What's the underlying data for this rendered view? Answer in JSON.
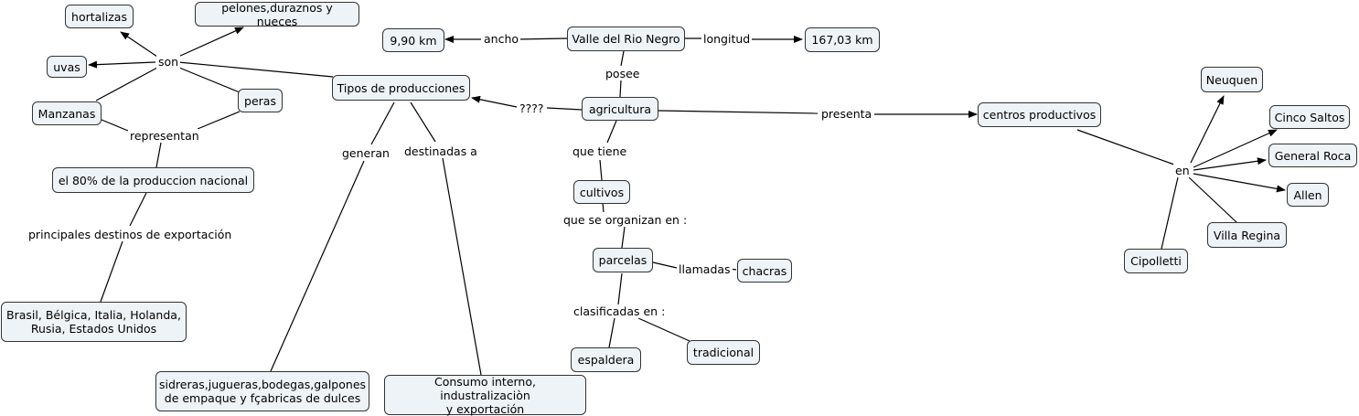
{
  "concepts": {
    "valle": "Valle del Rio Negro",
    "ancho_valor": "9,90 km",
    "longitud_valor": "167,03 km",
    "agricultura": "agricultura",
    "tipos": "Tipos de producciones",
    "centros": "centros productivos",
    "cultivos": "cultivos",
    "parcelas": "parcelas",
    "chacras": "chacras",
    "espaldera": "espaldera",
    "tradicional": "tradicional",
    "hortalizas": "hortalizas",
    "pelones": "pelones,duraznos y nueces",
    "uvas": "uvas",
    "manzanas": "Manzanas",
    "peras": "peras",
    "ochenta": "el 80% de la produccion nacional",
    "destinos": "Brasil, Bélgica, Italia, Holanda,\nRusia, Estados Unidos",
    "sidreras": "sidreras,jugueras,bodegas,galpones\nde empaque y fçabricas de dulces",
    "consumo": "Consumo interno, industralizaciòn\ny exportación",
    "neuquen": "Neuquen",
    "cinco_saltos": "Cinco Saltos",
    "general_roca": "General Roca",
    "allen": "Allen",
    "villa_regina": "Villa Regina",
    "cipolletti": "Cipolletti"
  },
  "links": {
    "ancho": "ancho",
    "longitud": "longitud",
    "posee": "posee",
    "interrogacion": "????",
    "presenta": "presenta",
    "que_tiene": "que tiene",
    "que_se_organizan": "que se organizan en :",
    "llamadas": "llamadas",
    "clasificadas": "clasificadas en :",
    "son": "son",
    "representan": "representan",
    "principales_destinos": "principales destinos de exportación",
    "generan": "generan",
    "destinadas_a": "destinadas a",
    "en": "en"
  },
  "style": {
    "node_fill": "#eef3f7",
    "line_color": "#000000"
  }
}
